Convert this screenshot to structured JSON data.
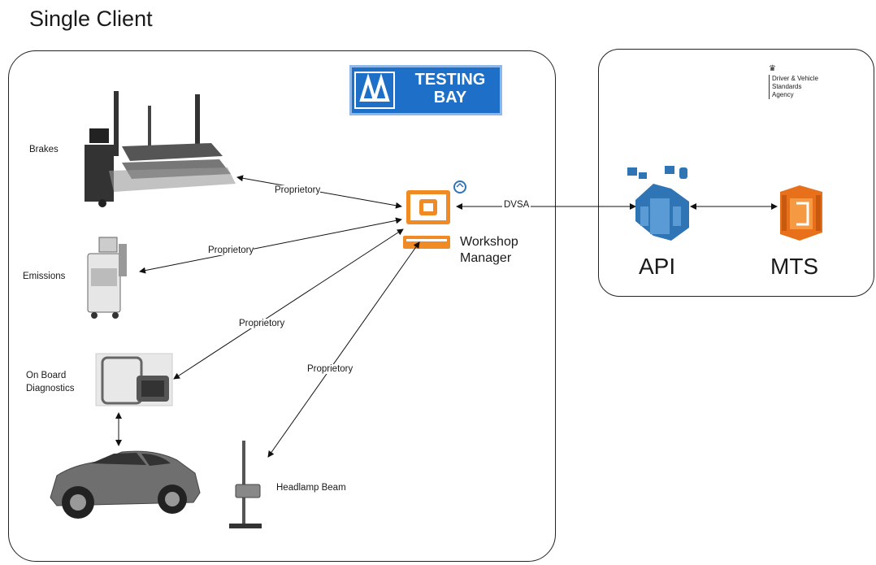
{
  "title": "Single Client",
  "logo": {
    "line1": "TESTING",
    "line2": "BAY"
  },
  "agency": {
    "line1": "Driver & Vehicle",
    "line2": "Standards",
    "line3": "Agency"
  },
  "devices": {
    "brakes": "Brakes",
    "emissions": "Emissions",
    "obd_line1": "On Board",
    "obd_line2": "Diagnostics",
    "headlamp": "Headlamp Beam"
  },
  "workshop": {
    "line1": "Workshop",
    "line2": "Manager"
  },
  "connections": {
    "brakes": "Proprietory",
    "emissions": "Proprietory",
    "obd": "Proprietory",
    "headlamp": "Proprietory",
    "dvsa": "DVSA"
  },
  "services": {
    "api": "API",
    "mts": "MTS"
  },
  "colors": {
    "orange": "#f08a24",
    "blue": "#1e6fc8",
    "aws_blue": "#2f74b5",
    "aws_orange": "#e8701a"
  }
}
